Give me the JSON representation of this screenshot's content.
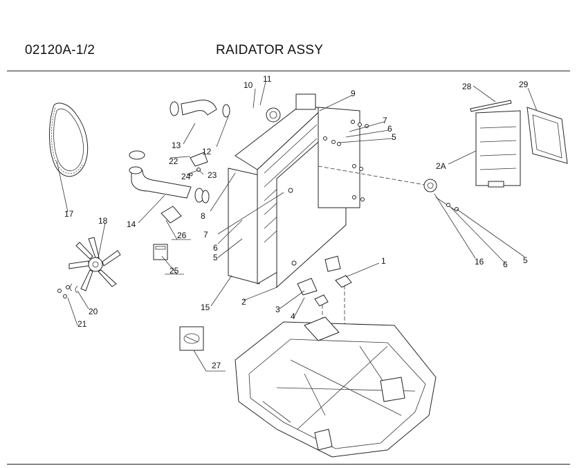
{
  "header": {
    "page_code": "02120A-1/2",
    "title": "RAIDATOR ASSY"
  },
  "callouts": [
    "1",
    "2",
    "2A",
    "3",
    "4",
    "5",
    "5",
    "5",
    "6",
    "6",
    "6",
    "7",
    "7",
    "8",
    "9",
    "10",
    "11",
    "12",
    "13",
    "14",
    "15",
    "16",
    "17",
    "18",
    "20",
    "21",
    "22",
    "23",
    "24",
    "25",
    "26",
    "27",
    "28",
    "29"
  ]
}
